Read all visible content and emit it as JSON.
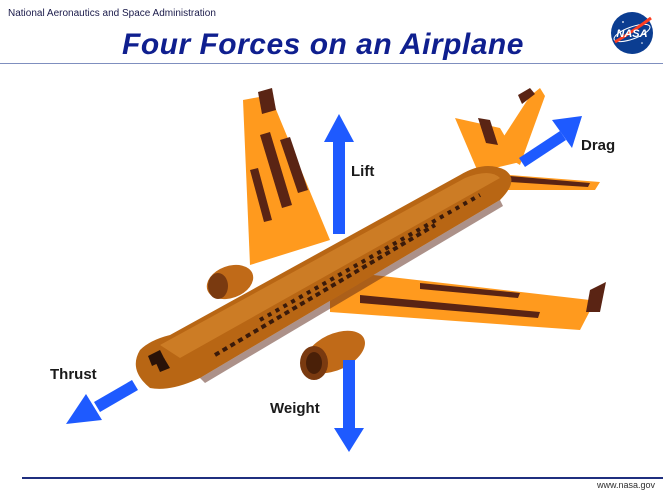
{
  "header": {
    "organization": "National Aeronautics and Space Administration",
    "title": "Four  Forces  on an Airplane",
    "logo_text": "NASA"
  },
  "forces": {
    "lift": "Lift",
    "drag": "Drag",
    "thrust": "Thrust",
    "weight": "Weight"
  },
  "footer": {
    "url": "www.nasa.gov"
  },
  "colors": {
    "title": "#0f1f8f",
    "arrow": "#1e5aff",
    "fuselage": "#b86614",
    "wing": "#ff9a1e",
    "wing_stripe": "#5a2414",
    "rule": "#1f2f7f"
  }
}
